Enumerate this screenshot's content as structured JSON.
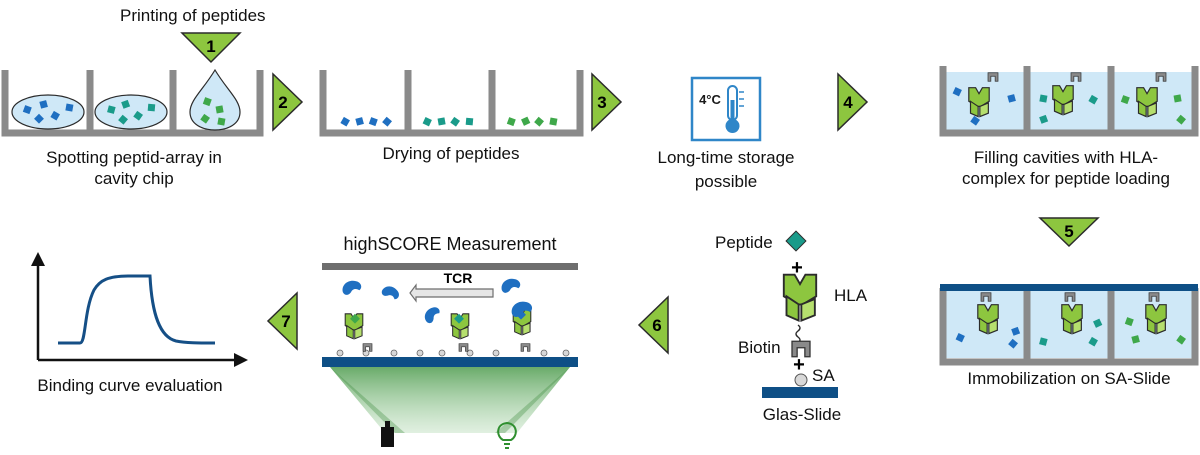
{
  "labels": {
    "printing": "Printing of peptides",
    "spotting_l1": "Spotting peptid-array in",
    "spotting_l2": "cavity chip",
    "drying": "Drying of peptides",
    "storage_l1": "Long-time storage",
    "storage_l2": "possible",
    "filling_l1": "Filling cavities with HLA-",
    "filling_l2": "complex for peptide loading",
    "immobilization": "Immobilization on SA-Slide",
    "measurement": "highSCORE Measurement",
    "tcr": "TCR",
    "peptide": "Peptide",
    "hla": "HLA",
    "biotin": "Biotin",
    "sa": "SA",
    "glass_slide": "Glas-Slide",
    "binding": "Binding curve evaluation",
    "temperature": "4°C",
    "plus": "+"
  },
  "steps": [
    "1",
    "2",
    "3",
    "4",
    "5",
    "6",
    "7"
  ],
  "colors": {
    "step_fill": "#8dc63f",
    "chip_gray": "#8a8a8a",
    "liquid": "#cfe8f7",
    "peptide_blue": "#1f6fc1",
    "peptide_teal": "#1a9b8a",
    "peptide_green": "#3fa84a",
    "hla_green": "#8dc63f",
    "slide_navy": "#0e4f86",
    "beam_green": "#5aa85a",
    "curve_navy": "#154f86",
    "tcr_blue": "#1f6fc1",
    "thermo_blue": "#2f86c8"
  },
  "icons": [
    "thermometer-icon",
    "detector-icon",
    "lightbulb-icon",
    "tcr-molecule-icon",
    "hla-molecule-icon"
  ]
}
